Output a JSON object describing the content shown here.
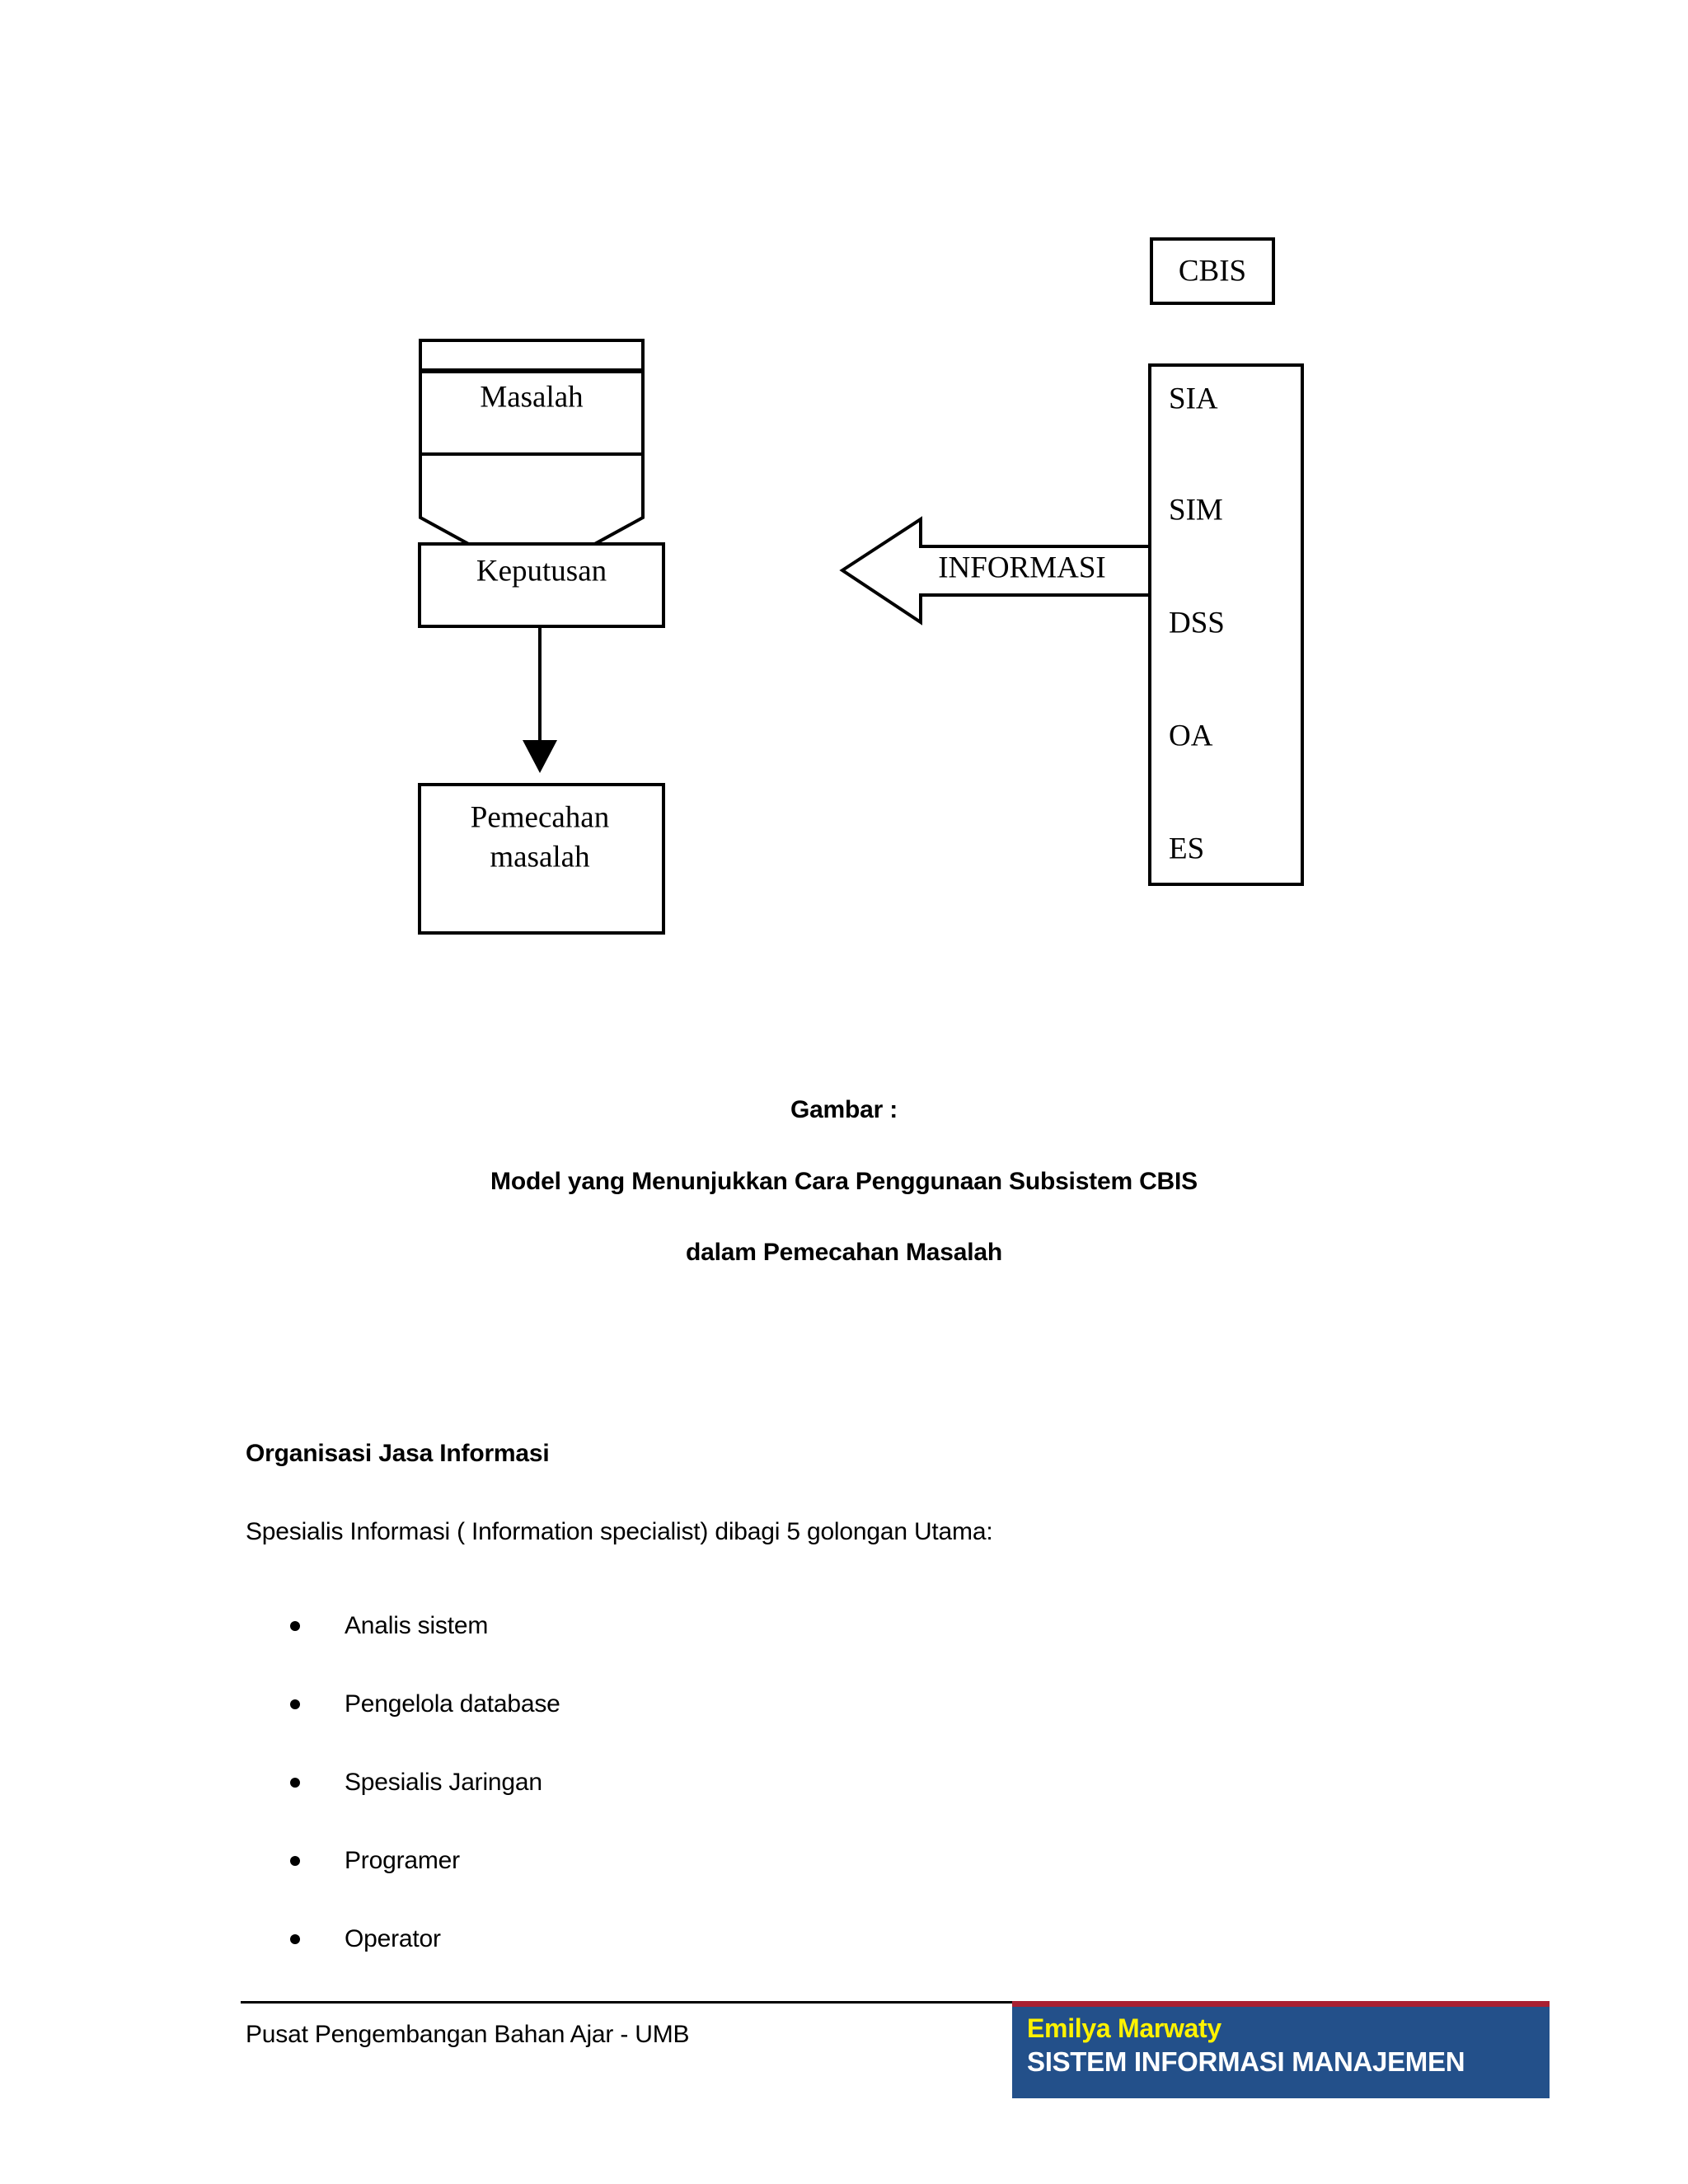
{
  "diagram": {
    "title": "CBIS subsystem usage model",
    "nodes": {
      "cbis": "CBIS",
      "masalah": "Masalah",
      "keputusan": "Keputusan",
      "pemecahan_line1": "Pemecahan",
      "pemecahan_line2": "masalah",
      "informasi": "INFORMASI"
    },
    "subsystems": [
      "SIA",
      "SIM",
      "DSS",
      "OA",
      "ES"
    ]
  },
  "caption": {
    "line1": "Gambar :",
    "line2": "Model yang Menunjukkan Cara Penggunaan Subsistem CBIS",
    "line3": "dalam Pemecahan Masalah"
  },
  "content": {
    "heading": "Organisasi Jasa Informasi",
    "intro": "Spesialis Informasi ( Information specialist) dibagi 5 golongan Utama:",
    "bullets": [
      "Analis sistem",
      "Pengelola database",
      "Spesialis Jaringan",
      "Programer",
      "Operator"
    ]
  },
  "footer": {
    "left_text": "Pusat Pengembangan Bahan Ajar - UMB",
    "badge_author": "Emilya Marwaty",
    "badge_course": "SISTEM INFORMASI MANAJEMEN",
    "badge_bg_color": "#23508A",
    "badge_stripe_color": "#A81F32",
    "badge_author_color": "#FFF200",
    "badge_course_color": "#FFFFFF"
  }
}
